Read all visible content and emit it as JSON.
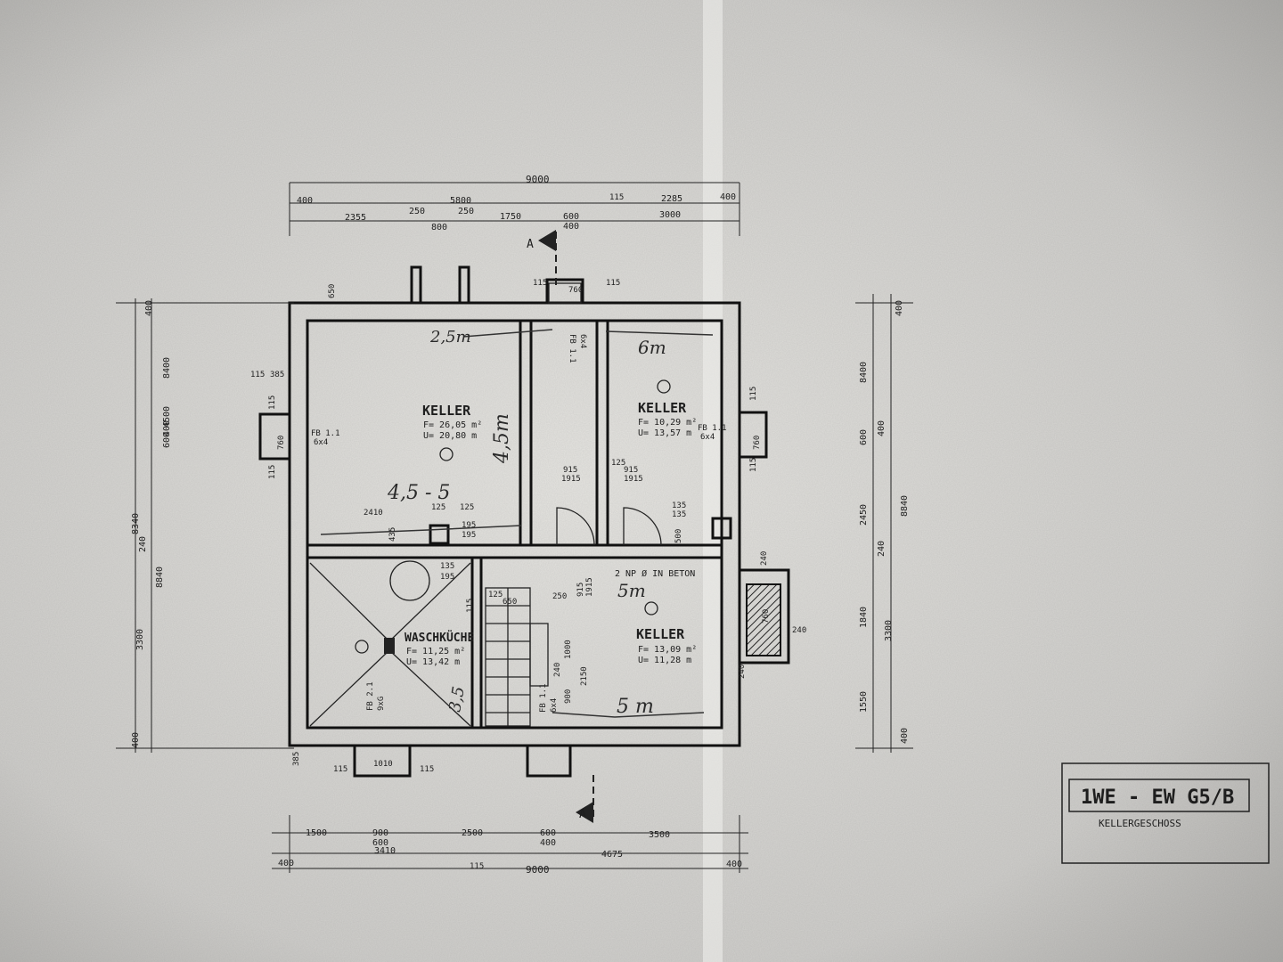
{
  "title_block": {
    "project": "1WE - EW G5/B",
    "floor": "KELLERGESCHOSS"
  },
  "rooms": [
    {
      "name": "KELLER",
      "area": "F= 26,05 m²",
      "perimeter": "U= 20,80 m"
    },
    {
      "name": "KELLER",
      "area": "F= 10,29 m²",
      "perimeter": "U= 13,57 m"
    },
    {
      "name": "WASCHKÜCHE",
      "area": "F= 11,25 m²",
      "perimeter": "U= 13,42 m"
    },
    {
      "name": "KELLER",
      "area": "F= 13,09 m²",
      "perimeter": "U= 11,28 m"
    }
  ],
  "windows": {
    "w1": [
      "FB 1.1",
      "6x4"
    ],
    "w2": [
      "FB 1.1",
      "6x4"
    ],
    "w3": [
      "FB 1.1",
      "6x4"
    ],
    "w4": [
      "FB 2.1",
      "9xG"
    ],
    "w5": [
      "FB 1.1",
      "6x4"
    ]
  },
  "handwritten": {
    "h1": "2,5m",
    "h2": "4,5m",
    "h3": "4,5 - 5",
    "h4": "6m",
    "h5": "5m",
    "h6": "3,5",
    "h7": "5 m"
  },
  "notes": {
    "beton": "2 NP Ø IN BETON"
  },
  "dimensions": {
    "top": {
      "overall": "9000",
      "row1": [
        "400",
        "5800",
        "115",
        "2285",
        "400"
      ],
      "row2": [
        "2355",
        "250",
        "250",
        "1750",
        "600",
        "3000"
      ],
      "row3": [
        "800",
        "400"
      ],
      "small": [
        "115",
        "760",
        "115"
      ]
    },
    "bottom": {
      "row1": [
        "1500",
        "900",
        "2500",
        "600",
        "3500"
      ],
      "row2": [
        "600",
        "400"
      ],
      "row3": [
        "400",
        "3410",
        "115",
        "4675",
        "400"
      ],
      "overall": "9000",
      "small": [
        "115",
        "1010",
        "115",
        "385"
      ]
    },
    "left": [
      "8400",
      "4500",
      "600",
      "400",
      "8340",
      "240",
      "8840",
      "3300",
      "400",
      "400"
    ],
    "right": [
      "400",
      "8400",
      "600",
      "400",
      "2450",
      "8840",
      "240",
      "1840",
      "3300",
      "1550",
      "400"
    ],
    "interior": [
      "2410",
      "125",
      "435",
      "195",
      "195",
      "915",
      "125",
      "915",
      "1915",
      "1915",
      "135",
      "135",
      "135",
      "195",
      "125",
      "250",
      "915",
      "1915",
      "650",
      "115",
      "1000",
      "240",
      "2150",
      "900",
      "500",
      "240",
      "240",
      "240"
    ],
    "openings": [
      "115",
      "385",
      "115",
      "760",
      "115",
      "760",
      "650",
      "115",
      "760",
      "115",
      "125"
    ]
  },
  "colors": {
    "paper": "#cfcfcc",
    "ink": "#1a1a1a"
  }
}
